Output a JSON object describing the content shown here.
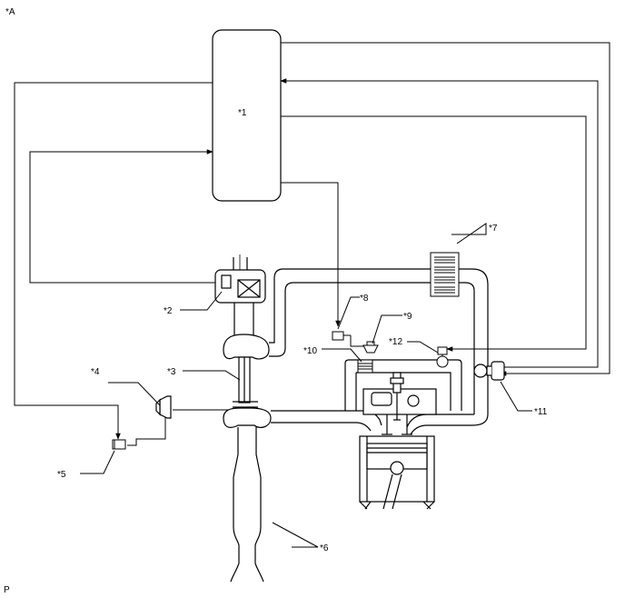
{
  "corner_top": "*A",
  "corner_bottom": "P",
  "labels": {
    "l1": "*1",
    "l2": "*2",
    "l3": "*3",
    "l4": "*4",
    "l5": "*5",
    "l6": "*6",
    "l7": "*7",
    "l8": "*8",
    "l9": "*9",
    "l10": "*10",
    "l11": "*11",
    "l12": "*12"
  }
}
